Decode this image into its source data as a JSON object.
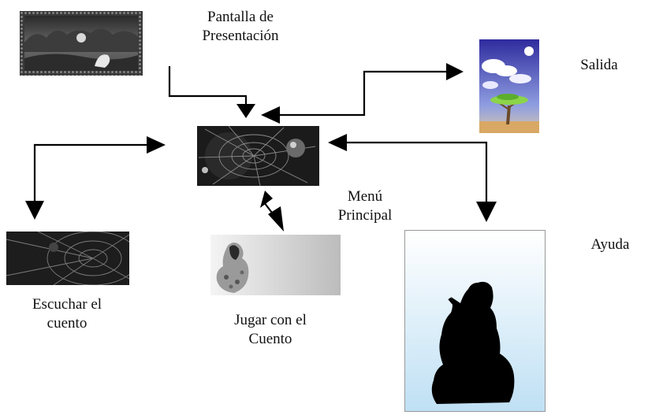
{
  "nodes": {
    "presentation": {
      "label_line1": "Pantalla de",
      "label_line2": "Presentación"
    },
    "main_menu": {
      "label_line1": "Menú",
      "label_line2": "Principal"
    },
    "exit": {
      "label": "Salida"
    },
    "help": {
      "label": "Ayuda"
    },
    "listen": {
      "label_line1": "Escuchar el",
      "label_line2": "cuento"
    },
    "play": {
      "label_line1": "Jugar con el",
      "label_line2": "Cuento"
    }
  },
  "colors": {
    "arrow": "#000000",
    "dark_thumbnail": "#1b1b1b",
    "sky_purple": "#3a36a8",
    "help_bg_light": "#ffffff",
    "help_bg_blue": "#bfe0f4"
  }
}
